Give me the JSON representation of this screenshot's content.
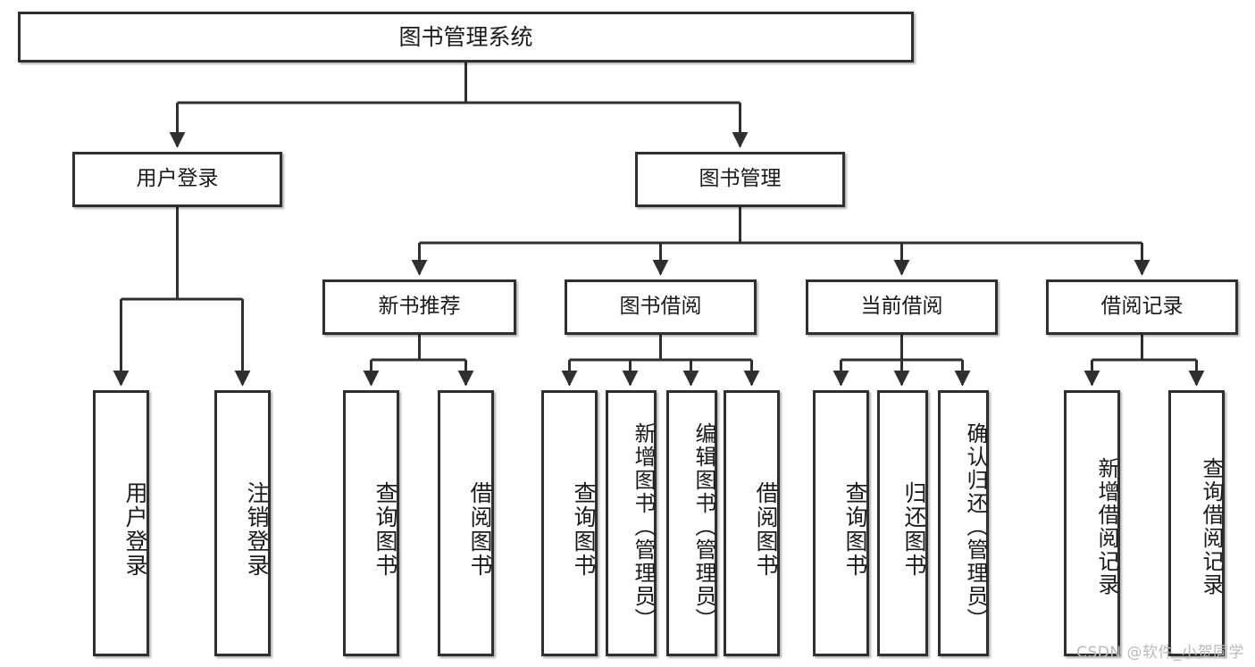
{
  "diagram": {
    "title": "图书管理系统",
    "watermark": "CSDN @软件_小贺同学",
    "style": {
      "border_color": "#2f2f2f",
      "fill_color": "#ffffff",
      "text_color": "#1a1a1a",
      "line_color": "#2f2f2f",
      "watermark_color": "#b9b9b9",
      "background": "#ffffff"
    },
    "root": {
      "label": "图书管理系统"
    },
    "level2": [
      {
        "label": "用户登录"
      },
      {
        "label": "图书管理"
      }
    ],
    "level3": [
      {
        "label": "新书推荐"
      },
      {
        "label": "图书借阅"
      },
      {
        "label": "当前借阅"
      },
      {
        "label": "借阅记录"
      }
    ],
    "leaves": [
      {
        "label": "用户登录",
        "parent": "用户登录"
      },
      {
        "label": "注销登录",
        "parent": "用户登录"
      },
      {
        "label": "查询图书",
        "parent": "新书推荐"
      },
      {
        "label": "借阅图书",
        "parent": "新书推荐"
      },
      {
        "label": "查询图书",
        "parent": "图书借阅"
      },
      {
        "label": "新增图书（管理员）",
        "parent": "图书借阅"
      },
      {
        "label": "编辑图书（管理员）",
        "parent": "图书借阅"
      },
      {
        "label": "借阅图书",
        "parent": "图书借阅"
      },
      {
        "label": "查询图书",
        "parent": "当前借阅"
      },
      {
        "label": "归还图书",
        "parent": "当前借阅"
      },
      {
        "label": "确认归还（管理员）",
        "parent": "当前借阅"
      },
      {
        "label": "新增借阅记录",
        "parent": "借阅记录"
      },
      {
        "label": "查询借阅记录",
        "parent": "借阅记录"
      }
    ]
  }
}
